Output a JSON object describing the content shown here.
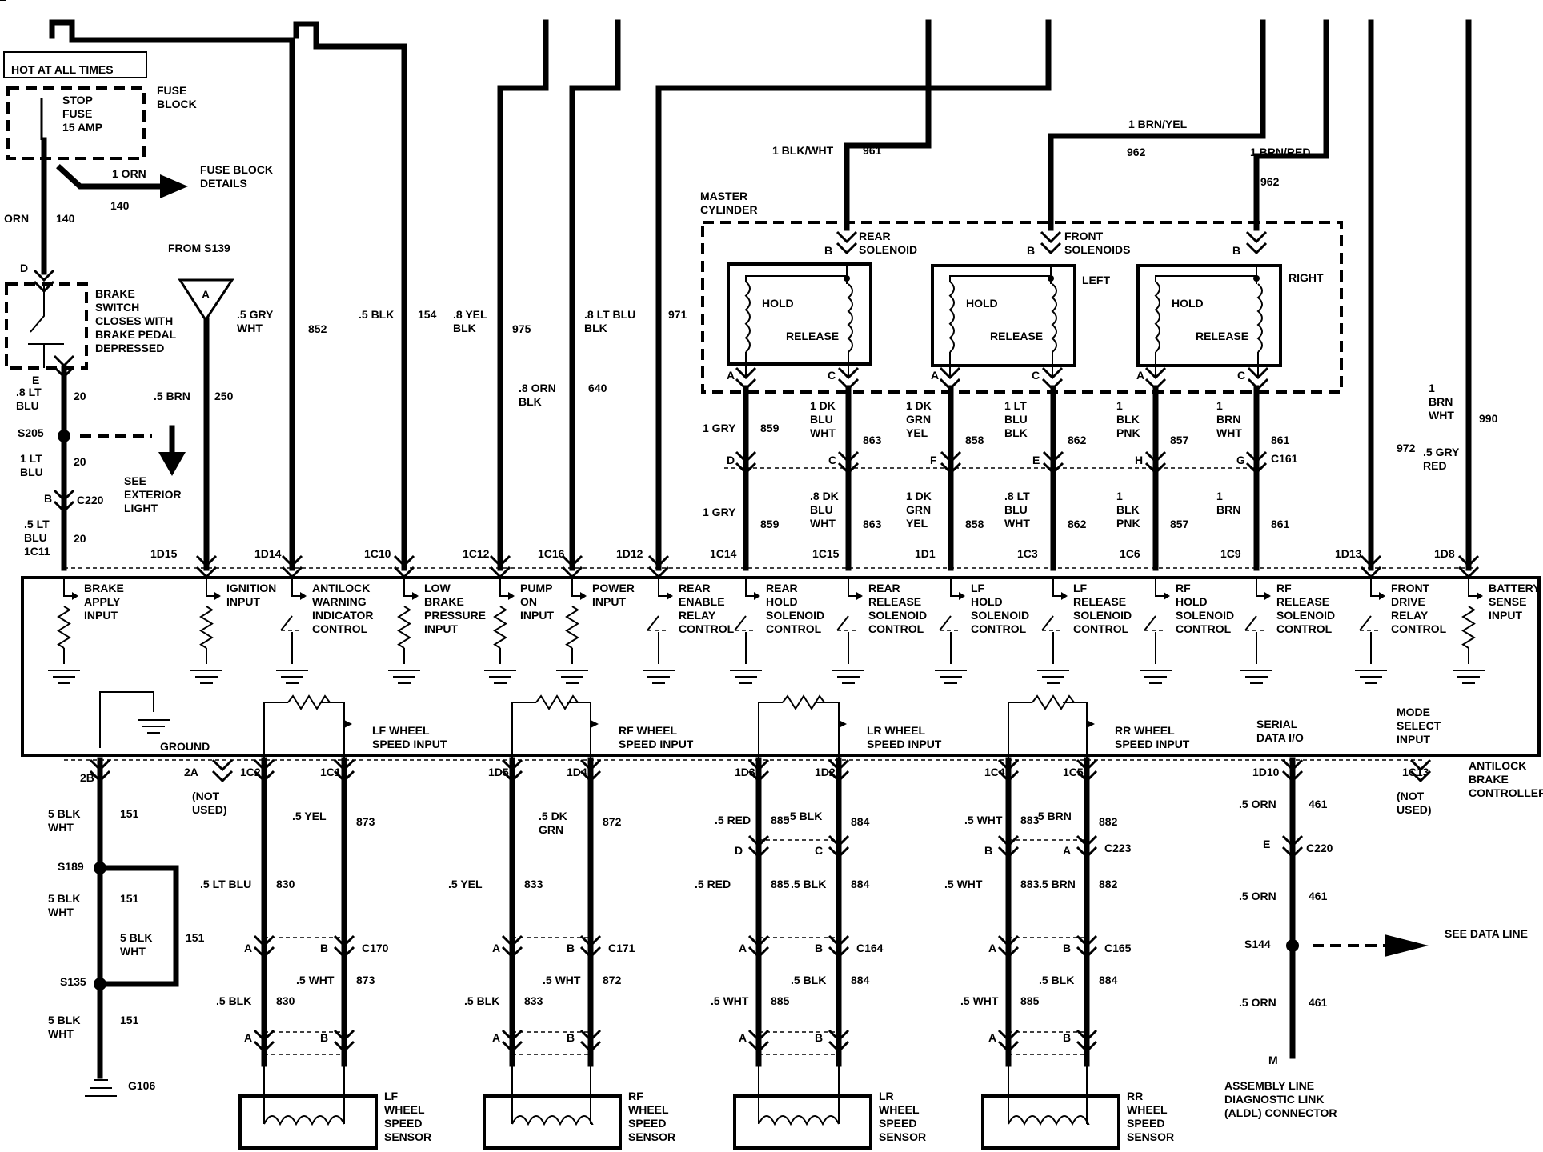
{
  "top": {
    "hot": "HOT AT ALL TIMES",
    "fuse_block": [
      "FUSE",
      "BLOCK"
    ],
    "stop_fuse": [
      "STOP",
      "FUSE",
      "15 AMP"
    ],
    "fuse_details": [
      "FUSE BLOCK",
      "DETAILS"
    ],
    "orn_arrow": "1 ORN",
    "orn_140": "140",
    "orn_left": "ORN",
    "orn_left_num": "140",
    "brake_switch": [
      "BRAKE",
      "SWITCH",
      "CLOSES WITH",
      "BRAKE PEDAL",
      "DEPRESSED"
    ],
    "conn_d": "D",
    "conn_e": "E",
    "lt_blu_8": [
      ".8 LT",
      "BLU"
    ],
    "lt_blu_8_num": "20",
    "s205": "S205",
    "see_ext": [
      "SEE",
      "EXTERIOR",
      "LIGHT"
    ],
    "lt_blu_1": [
      "1 LT",
      "BLU"
    ],
    "lt_blu_1_num": "20",
    "conn_b": "B",
    "c220": "C220",
    "lt_blu_5": [
      ".5 LT",
      "BLU",
      "1C11"
    ],
    "lt_blu_5_num": "20",
    "from_s139": "FROM S139",
    "bubble_a": "A",
    "brn_5": ".5 BRN",
    "brn_5_num": "250",
    "gry_wht": [
      ".5 GRY",
      "WHT"
    ],
    "gry_wht_num": "852",
    "blk_5": ".5 BLK",
    "blk_5_num": "154",
    "yel_blk": [
      ".8 YEL",
      "BLK"
    ],
    "yel_blk_num": "975",
    "lt_blu_blk": [
      ".8 LT BLU",
      "BLK"
    ],
    "lt_blu_blk_num": "971",
    "orn_blk": [
      ".8 ORN",
      "BLK"
    ],
    "orn_blk_num": "640",
    "master": [
      "MASTER",
      "CYLINDER"
    ],
    "blk_wht_961": "1 BLK/WHT",
    "n961": "961",
    "brn_yel": "1 BRN/YEL",
    "n962a": "962",
    "brn_red": "1 BRN/RED",
    "n962b": "962",
    "rear_sol": [
      "REAR",
      "SOLENOID"
    ],
    "front_sol": [
      "FRONT",
      "SOLENOIDS"
    ],
    "left": "LEFT",
    "right": "RIGHT",
    "hold": "HOLD",
    "release": "RELEASE",
    "pin_a": "A",
    "pin_b": "B",
    "pin_c": "C",
    "gry_rd": [
      ".5 GRY",
      "RED"
    ],
    "n972": "972",
    "brn_wht_990": [
      "1",
      "BRN",
      "WHT"
    ],
    "n990": "990",
    "c161": "C161"
  },
  "upper_wires": [
    {
      "l1": [
        "1 GRY"
      ],
      "n1": "859",
      "pin": "D",
      "l2": [
        "1 GRY"
      ],
      "n2": "859",
      "cav": "1C14"
    },
    {
      "l1": [
        "1 DK",
        "BLU",
        "WHT"
      ],
      "n1": "863",
      "pin": "C",
      "l2": [
        ".8 DK",
        "BLU",
        "WHT"
      ],
      "n2": "863",
      "cav": "1C15"
    },
    {
      "l1": [
        "1 DK",
        "GRN",
        "YEL"
      ],
      "n1": "858",
      "pin": "F",
      "l2": [
        "1 DK",
        "GRN",
        "YEL"
      ],
      "n2": "858",
      "cav": "1D1"
    },
    {
      "l1": [
        "1 LT",
        "BLU",
        "BLK"
      ],
      "n1": "862",
      "pin": "E",
      "l2": [
        ".8 LT",
        "BLU",
        "WHT"
      ],
      "n2": "862",
      "cav": "1C3"
    },
    {
      "l1": [
        "1",
        "BLK",
        "PNK"
      ],
      "n1": "857",
      "pin": "H",
      "l2": [
        "1",
        "BLK",
        "PNK"
      ],
      "n2": "857",
      "cav": "1C6"
    },
    {
      "l1": [
        "1",
        "BRN",
        "WHT"
      ],
      "n1": "861",
      "pin": "G",
      "l2": [
        "1",
        "BRN"
      ],
      "n2": "861",
      "cav": "1C9"
    }
  ],
  "cavities_top": [
    "1D15",
    "1D14",
    "1C10",
    "1C12",
    "1C16",
    "1D12",
    "1D13",
    "1D8"
  ],
  "ebcm_labels": [
    [
      "BRAKE",
      "APPLY",
      "INPUT"
    ],
    [
      "IGNITION",
      "INPUT"
    ],
    [
      "ANTILOCK",
      "WARNING",
      "INDICATOR",
      "CONTROL"
    ],
    [
      "LOW",
      "BRAKE",
      "PRESSURE",
      "INPUT"
    ],
    [
      "PUMP",
      "ON",
      "INPUT"
    ],
    [
      "POWER",
      "INPUT"
    ],
    [
      "REAR",
      "ENABLE",
      "RELAY",
      "CONTROL"
    ],
    [
      "REAR",
      "HOLD",
      "SOLENOID",
      "CONTROL"
    ],
    [
      "REAR",
      "RELEASE",
      "SOLENOID",
      "CONTROL"
    ],
    [
      "LF",
      "HOLD",
      "SOLENOID",
      "CONTROL"
    ],
    [
      "LF",
      "RELEASE",
      "SOLENOID",
      "CONTROL"
    ],
    [
      "RF",
      "HOLD",
      "SOLENOID",
      "CONTROL"
    ],
    [
      "RF",
      "RELEASE",
      "SOLENOID",
      "CONTROL"
    ],
    [
      "FRONT",
      "DRIVE",
      "RELAY",
      "CONTROL"
    ],
    [
      "BATTERY",
      "SENSE",
      "INPUT"
    ]
  ],
  "ebcm_lower": {
    "ground": "GROUND",
    "lf": [
      "LF WHEEL",
      "SPEED INPUT"
    ],
    "rf": [
      "RF WHEEL",
      "SPEED INPUT"
    ],
    "lr": [
      "LR WHEEL",
      "SPEED INPUT"
    ],
    "rr": [
      "RR WHEEL",
      "SPEED INPUT"
    ],
    "serial": [
      "SERIAL",
      "DATA I/O"
    ],
    "mode": [
      "MODE",
      "SELECT",
      "INPUT"
    ],
    "controller": [
      "ANTILOCK",
      "BRAKE",
      "CONTROLLER"
    ]
  },
  "bottom": {
    "cav_2b": "2B",
    "cav_2a": "2A",
    "not_used": [
      "(NOT",
      "USED)"
    ],
    "cav_1c13": "1C13",
    "blk_wht": [
      "5 BLK",
      "WHT"
    ],
    "n151": "151",
    "s189": "S189",
    "s135": "S135",
    "g106": "G106",
    "cav_1d10": "1D10",
    "orn": ".5 ORN",
    "n461": "461",
    "pin_e": "E",
    "c220": "C220",
    "s144": "S144",
    "see_data": "SEE DATA LINE",
    "pin_m": "M",
    "aldl": [
      "ASSEMBLY LINE",
      "DIAGNOSTIC LINK",
      "(ALDL) CONNECTOR"
    ]
  },
  "sensors": [
    {
      "c1": "1C2",
      "c2": "1C1",
      "top1": "",
      "topn2": [
        ".5 YEL"
      ],
      "n2": "873",
      "mid1": ".5 LT BLU",
      "mn1": "830",
      "mid2": "",
      "mn2": "",
      "conn": "C170",
      "lo1": ".5 BLK",
      "ln1": "830",
      "lo2": ".5 WHT",
      "ln2": "873",
      "name": [
        "LF",
        "WHEEL",
        "SPEED",
        "SENSOR"
      ]
    },
    {
      "c1": "1D5",
      "c2": "1D4",
      "top1": "",
      "topn2": [
        ".5 DK",
        "GRN"
      ],
      "n2": "872",
      "mid1": ".5 YEL",
      "mn1": "833",
      "mid2": "",
      "mn2": "",
      "conn": "C171",
      "lo1": ".5 BLK",
      "ln1": "833",
      "lo2": ".5 WHT",
      "ln2": "872",
      "name": [
        "RF",
        "WHEEL",
        "SPEED",
        "SENSOR"
      ]
    },
    {
      "c1": "1D3",
      "c2": "1D2",
      "top1": ".5 RED",
      "tn1": "885",
      "topn2": [
        ".5 BLK"
      ],
      "n2": "884",
      "mid1": ".5 RED",
      "mn1": "885",
      "mid2": ".5 BLK",
      "mn2": "884",
      "conn": "C164",
      "lo1": ".5 WHT",
      "ln1": "885",
      "lo2": ".5 BLK",
      "ln2": "884",
      "name": [
        "LR",
        "WHEEL",
        "SPEED",
        "SENSOR"
      ],
      "p1": "D",
      "p2": "C"
    },
    {
      "c1": "1C4",
      "c2": "1C5",
      "top1": ".5 WHT",
      "tn1": "883",
      "topn2": [
        ".5 BRN"
      ],
      "n2": "882",
      "mid1": ".5 WHT",
      "mn1": "883",
      "mid2": ".5 BRN",
      "mn2": "882",
      "conn": "C165",
      "lo1": ".5 WHT",
      "ln1": "885",
      "lo2": ".5 BLK",
      "ln2": "884",
      "name": [
        "RR",
        "WHEEL",
        "SPEED",
        "SENSOR"
      ],
      "p1": "B",
      "p2": "A",
      "c223": "C223"
    }
  ]
}
